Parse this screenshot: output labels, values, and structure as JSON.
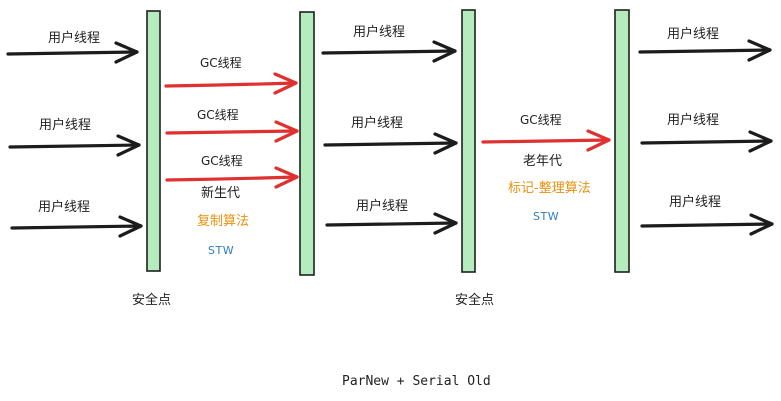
{
  "phases": {
    "left_threads": [
      "用户线程",
      "用户线程",
      "用户线程"
    ],
    "young_gc": {
      "threads": [
        "GC线程",
        "GC线程",
        "GC线程"
      ],
      "generation": "新生代",
      "algorithm": "复制算法",
      "pause": "STW"
    },
    "middle_threads": [
      "用户线程",
      "用户线程",
      "用户线程"
    ],
    "old_gc": {
      "thread": "GC线程",
      "generation": "老年代",
      "algorithm": "标记-整理算法",
      "pause": "STW"
    },
    "right_threads": [
      "用户线程",
      "用户线程",
      "用户线程"
    ]
  },
  "safepoints": [
    "安全点",
    "安全点"
  ],
  "caption": "ParNew + Serial Old",
  "colors": {
    "barrier_fill": "#b4ecbe",
    "gc_arrow": "#e03131",
    "user_arrow": "#1c1c1c",
    "algorithm_text": "#e8900c",
    "stw_text": "#2c7fc4"
  }
}
